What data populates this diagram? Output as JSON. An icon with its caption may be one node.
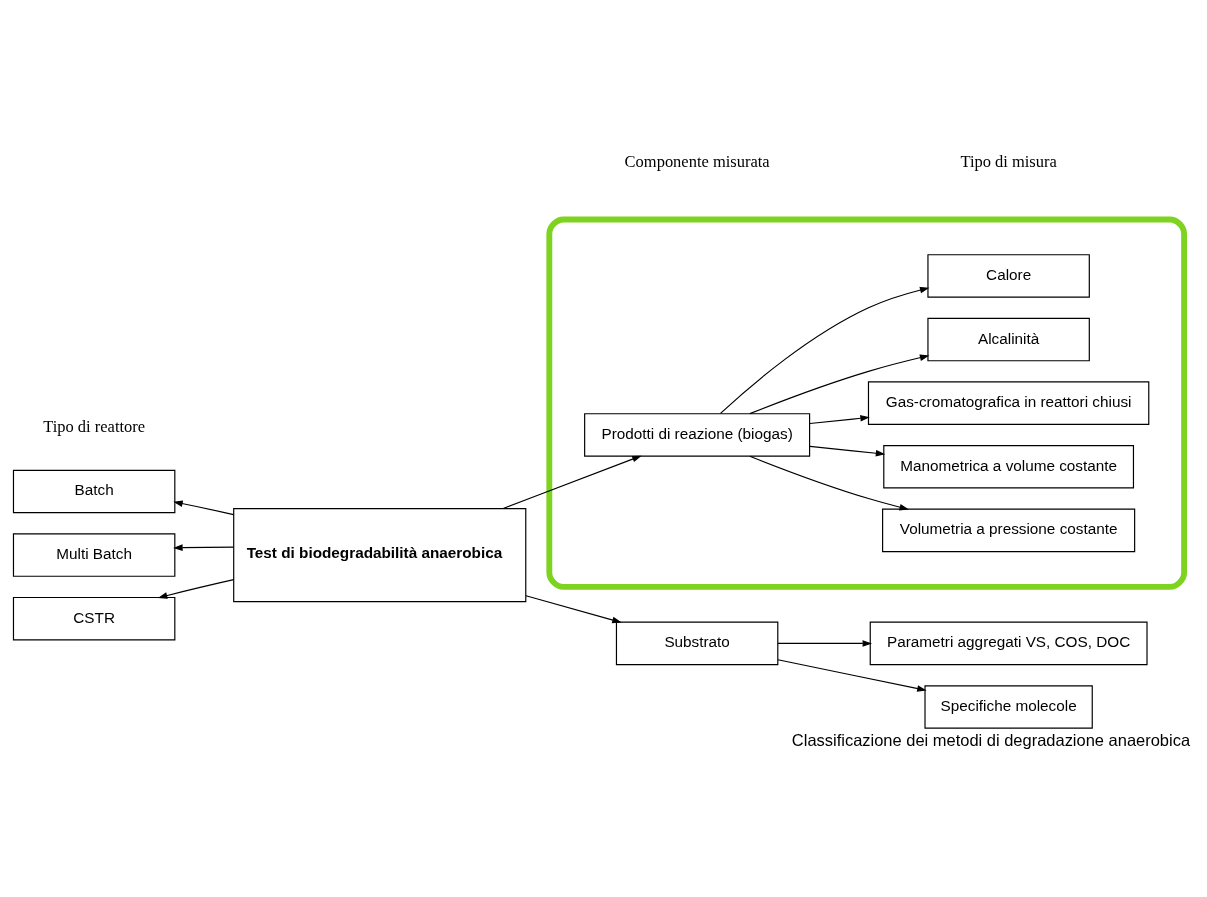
{
  "diagram": {
    "caption": "Classificazione dei metodi di degradazione anaerobica",
    "nodes": [
      {
        "text": [
          "Batch"
        ]
      },
      {
        "text": [
          "Multi Batch"
        ]
      },
      {
        "text": [
          "CSTR"
        ]
      },
      {
        "text": [
          "Test di biodegradabilità anaerobica"
        ]
      },
      {
        "text": [],
        "shape": "ellipse"
      },
      {
        "text": [
          "Prodotti di reazione (biogas)"
        ],
        "in": 4
      },
      {
        "text": [
          "Volumetria a pressione costante"
        ],
        "in": 4
      },
      {
        "text": [
          "Manometrica a volume costante"
        ],
        "in": 4
      },
      {
        "text": [
          "Gas-cromatografica in reattori chiusi"
        ],
        "in": 4
      },
      {
        "text": [
          "Alcalinità"
        ],
        "in": 4
      },
      {
        "text": [
          "Calore"
        ],
        "in": 4
      },
      {
        "text": [
          "Substrato"
        ]
      },
      {
        "text": [
          "Parametri aggregati VS, COS, DOC"
        ]
      },
      {
        "text": [
          "Specifiche molecole"
        ]
      }
    ],
    "edges": [
      {
        "from": 3,
        "to": 0,
        "arrow": "to"
      },
      {
        "from": 3,
        "to": 1,
        "arrow": "to"
      },
      {
        "from": 3,
        "to": 2,
        "arrow": "to"
      },
      {
        "from": 3,
        "to": 5,
        "arrow": "to"
      },
      {
        "from": 3,
        "to": 11,
        "arrow": "to"
      },
      {
        "from": 5,
        "to": 6,
        "arrow": "to"
      },
      {
        "from": 5,
        "to": 7,
        "arrow": "to"
      },
      {
        "from": 5,
        "to": 8,
        "arrow": "to"
      },
      {
        "from": 5,
        "to": 9,
        "arrow": "to"
      },
      {
        "from": 5,
        "to": 10,
        "arrow": "to"
      },
      {
        "from": 11,
        "to": 12,
        "arrow": "to"
      },
      {
        "from": 11,
        "to": 13,
        "arrow": "to"
      }
    ],
    "labels": [
      "Tipo di reattore",
      "Componente misurata",
      "Tipo di misura"
    ]
  }
}
